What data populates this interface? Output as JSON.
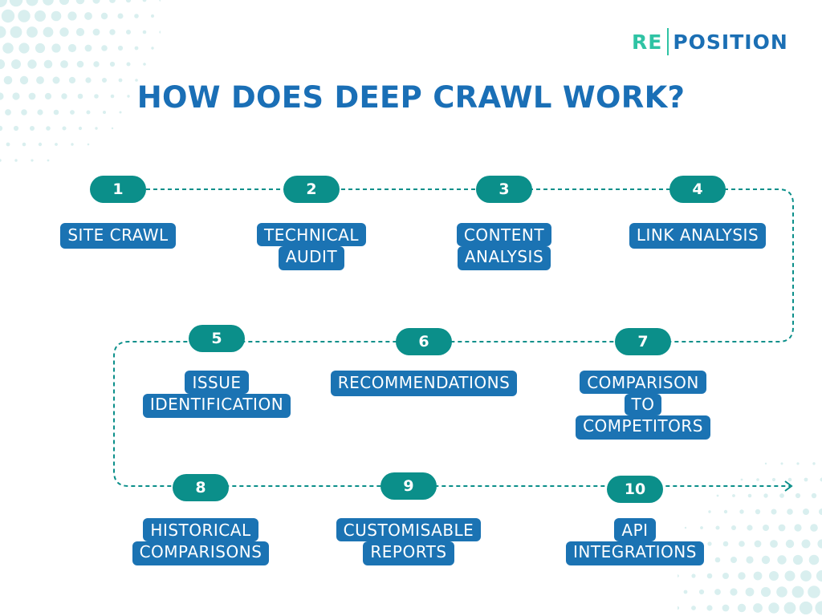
{
  "brand": {
    "part1": "RE",
    "part2": "POSITION"
  },
  "title": "HOW DOES DEEP CRAWL WORK?",
  "steps": [
    {
      "number": "1",
      "lines": [
        "SITE CRAWL"
      ]
    },
    {
      "number": "2",
      "lines": [
        "TECHNICAL",
        "AUDIT"
      ]
    },
    {
      "number": "3",
      "lines": [
        "CONTENT",
        "ANALYSIS"
      ]
    },
    {
      "number": "4",
      "lines": [
        "LINK ANALYSIS"
      ]
    },
    {
      "number": "5",
      "lines": [
        "ISSUE",
        "IDENTIFICATION"
      ]
    },
    {
      "number": "6",
      "lines": [
        "RECOMMENDATIONS"
      ]
    },
    {
      "number": "7",
      "lines": [
        "COMPARISON",
        "TO",
        "COMPETITORS"
      ]
    },
    {
      "number": "8",
      "lines": [
        "HISTORICAL",
        "COMPARISONS"
      ]
    },
    {
      "number": "9",
      "lines": [
        "CUSTOMISABLE",
        "REPORTS"
      ]
    },
    {
      "number": "10",
      "lines": [
        "API",
        "INTEGRATIONS"
      ]
    }
  ],
  "colors": {
    "title": "#1a6fb6",
    "step_pill": "#0b8f8a",
    "label_bg": "#1b73b3",
    "connector": "#0b8f8a",
    "brand_accent": "#2fc3a4",
    "brand_main": "#1b6fb4",
    "dots": "#d9efef"
  }
}
